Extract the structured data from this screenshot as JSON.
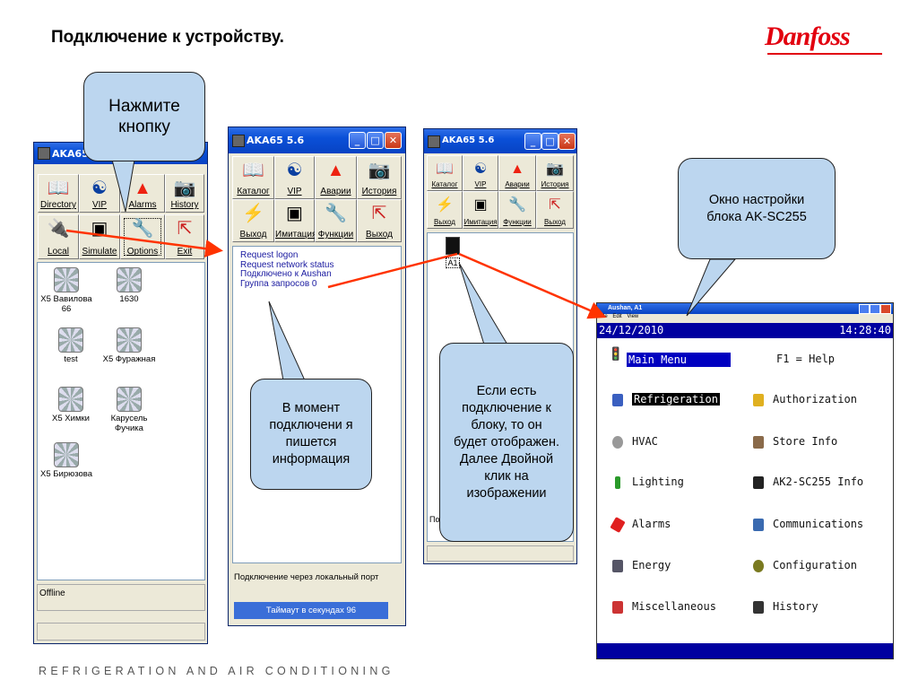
{
  "slide": {
    "title": "Подключение к устройству.",
    "brand": "Danfoss",
    "footer": "REFRIGERATION AND AIR CONDITIONING"
  },
  "win1": {
    "title": "AKA65",
    "toolbar": [
      {
        "label": "Directory",
        "icon": "book-icon"
      },
      {
        "label": "VIP",
        "icon": "eye-icon"
      },
      {
        "label": "Alarms",
        "icon": "warning-icon"
      },
      {
        "label": "History",
        "icon": "camera-icon"
      },
      {
        "label": "Local",
        "icon": "plug-icon"
      },
      {
        "label": "Simulate",
        "icon": "monitor-icon"
      },
      {
        "label": "Options",
        "icon": "wrench-icon"
      },
      {
        "label": "Exit",
        "icon": "exit-icon"
      }
    ],
    "devices": [
      "X5 Вавилова 66",
      "1630",
      "test",
      "X5 Фуражная",
      "X5 Химки",
      "Карусель Фучика",
      "X5 Бирюзова"
    ],
    "status": "Offline"
  },
  "win2": {
    "title": "AKA65 5.6",
    "toolbar": [
      {
        "label": "Каталог",
        "icon": "book-icon"
      },
      {
        "label": "VIP",
        "icon": "eye-icon"
      },
      {
        "label": "Аварии",
        "icon": "warning-icon"
      },
      {
        "label": "История",
        "icon": "camera-icon"
      },
      {
        "label": "Выход",
        "icon": "plug-icon"
      },
      {
        "label": "Имитация",
        "icon": "monitor-icon"
      },
      {
        "label": "Функции",
        "icon": "wrench-icon"
      },
      {
        "label": "Выход",
        "icon": "exit-icon"
      }
    ],
    "log": [
      "Request logon",
      "Request network status",
      "Подключено к Aushan",
      "Группа запросов 0"
    ],
    "status_line": "Подключение через локальный порт",
    "timeout": "Таймаут в секундах 96"
  },
  "win3": {
    "title": "AKA65 5.6",
    "toolbar": [
      {
        "label": "Каталог",
        "icon": "book-icon"
      },
      {
        "label": "VIP",
        "icon": "eye-icon"
      },
      {
        "label": "Аварии",
        "icon": "warning-icon"
      },
      {
        "label": "История",
        "icon": "camera-icon"
      },
      {
        "label": "Выход",
        "icon": "plug-icon"
      },
      {
        "label": "Имитация",
        "icon": "monitor-icon"
      },
      {
        "label": "Функции",
        "icon": "wrench-icon"
      },
      {
        "label": "Выход",
        "icon": "exit-icon"
      }
    ],
    "node": "A1",
    "status_partial": "По"
  },
  "callouts": {
    "press_button": "Нажмите кнопку",
    "moment": "В момент подключени я пишется информация",
    "if_connected": "Если есть подключение к блоку, то он будет отображен. Далее Двойной клик на изображении",
    "setup_window": "Окно настройки блока AK-SC255"
  },
  "terminal": {
    "title": "Aushan, A1",
    "menu": [
      "File",
      "Edit",
      "View"
    ],
    "date": "24/12/2010",
    "time": "14:28:40",
    "main_menu": "Main Menu",
    "help": "F1 = Help",
    "left": [
      "Refrigeration",
      "HVAC",
      "Lighting",
      "Alarms",
      "Energy",
      "Miscellaneous"
    ],
    "right": [
      "Authorization",
      "Store Info",
      "AK2-SC255 Info",
      "Communications",
      "Configuration",
      "History"
    ],
    "colors": {
      "header": "#0000a0",
      "accent": "#e2000f"
    }
  }
}
